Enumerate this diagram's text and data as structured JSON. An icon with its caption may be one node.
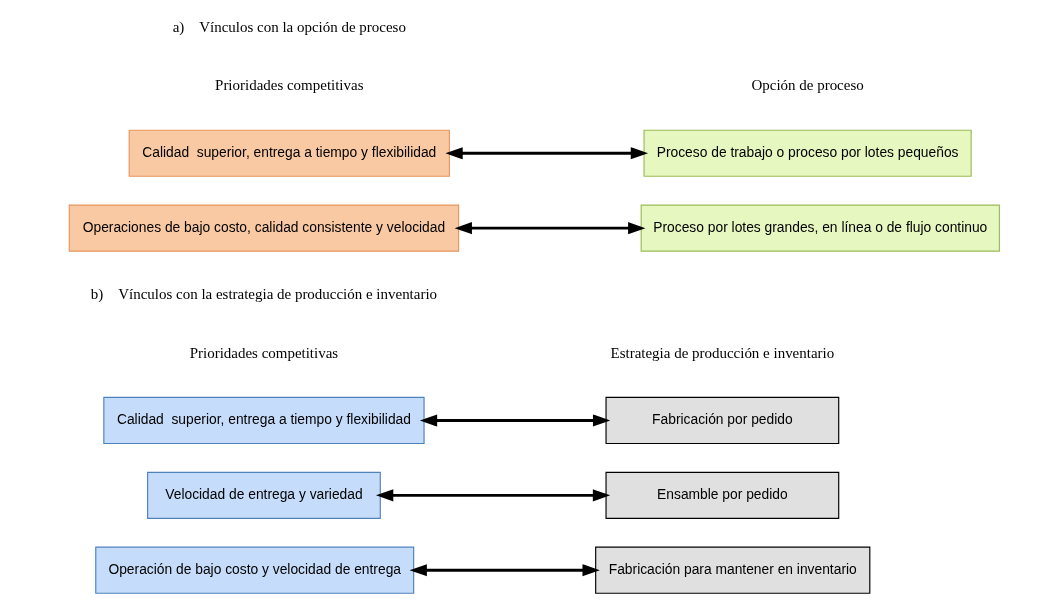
{
  "diagram": {
    "nodes": [
      {
        "text": [
          "Calidad  superior, entrega a tiempo y flexibilidad"
        ]
      },
      {
        "text": [
          "Operaciones de bajo costo, calidad consistente y velocidad"
        ]
      },
      {
        "text": [
          "Proceso de trabajo o proceso por lotes pequeños"
        ]
      },
      {
        "text": [
          "Proceso por lotes grandes, en línea o de flujo continuo"
        ]
      },
      {
        "text": [
          "Calidad  superior, entrega a tiempo y flexibilidad"
        ]
      },
      {
        "text": [
          "Velocidad de entrega y variedad"
        ]
      },
      {
        "text": [
          "Operación de bajo costo y velocidad de entrega"
        ]
      },
      {
        "text": [
          "Fabricación por pedido"
        ]
      },
      {
        "text": [
          "Ensamble por pedido"
        ]
      },
      {
        "text": [
          "Fabricación para mantener en inventario"
        ]
      }
    ],
    "edges": [
      {
        "from": 0,
        "to": 2,
        "arrow": "both"
      },
      {
        "from": 1,
        "to": 3,
        "arrow": "both"
      },
      {
        "from": 4,
        "to": 7,
        "arrow": "both"
      },
      {
        "from": 5,
        "to": 8,
        "arrow": "both"
      },
      {
        "from": 6,
        "to": 9,
        "arrow": "both"
      }
    ],
    "labels": [
      "a)    Vínculos con la opción de proceso",
      "Prioridades competitivas",
      "Opción de proceso",
      "b)    Vínculos con la estrategia de producción e inventario",
      "Prioridades competitivas",
      "Estrategia de producción e inventario"
    ]
  }
}
